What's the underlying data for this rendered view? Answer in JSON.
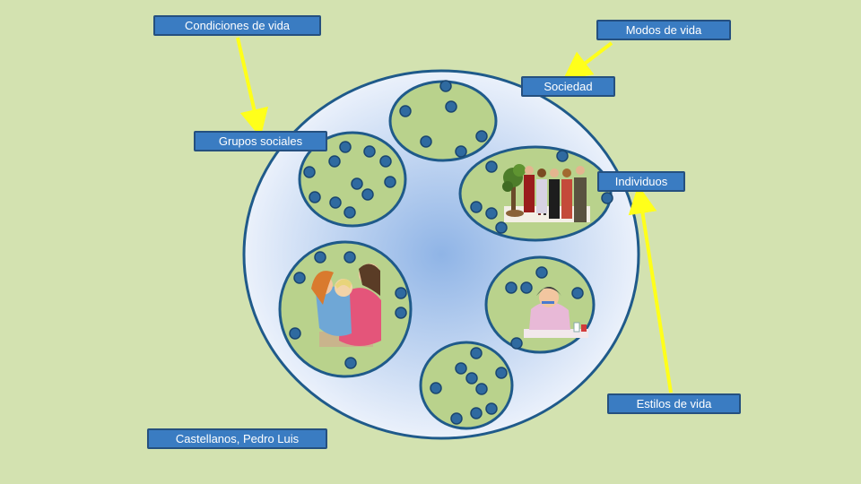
{
  "labels": {
    "condiciones_de_vida": "Condiciones de vida",
    "modos_de_vida": "Modos de vida",
    "sociedad": "Sociedad",
    "grupos_sociales": "Grupos sociales",
    "individuos": "Individuos",
    "estilos_de_vida": "Estilos de vida",
    "author": "Castellanos,  Pedro Luis"
  },
  "colors": {
    "background": "#d3e2b0",
    "society_fill_center": "#8fb4e6",
    "society_fill_edge": "#f4f7fd",
    "outline": "#1f5a8a",
    "group_fill": "#b9d28c",
    "individual_dot": "#2f6aa0",
    "label_fill": "#3a7cc2",
    "arrow": "#ffff1a"
  },
  "icons": [
    "party-group-illustration",
    "mother-child-illustration",
    "girl-brushing-teeth-illustration"
  ]
}
